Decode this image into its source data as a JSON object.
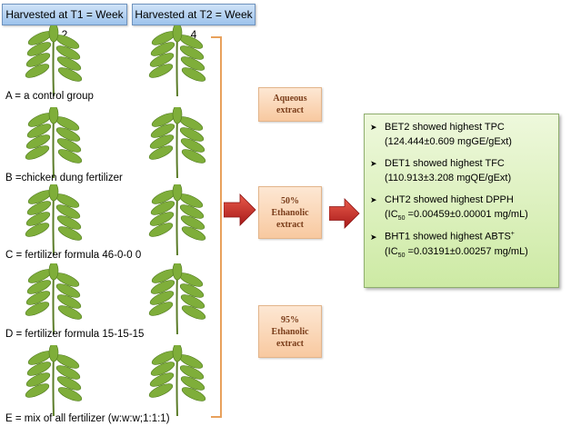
{
  "headers": {
    "t1": "Harvested at T1 = Week 2",
    "t2": "Harvested at T2 = Week 4"
  },
  "groups": [
    {
      "label": "A = a control group"
    },
    {
      "label": "B =chicken dung fertilizer"
    },
    {
      "label": "C = fertilizer formula 46-0-0 0"
    },
    {
      "label": "D = fertilizer formula 15-15-15"
    },
    {
      "label": "E = mix of all fertilizer (w:w:w;1:1:1)"
    }
  ],
  "extracts": {
    "aqueous": {
      "line1": "Aqueous",
      "line2": "extract"
    },
    "ethanol50": {
      "line1": "50%",
      "line2": "Ethanolic",
      "line3": "extract"
    },
    "ethanol95": {
      "line1": "95%",
      "line2": "Ethanolic",
      "line3": "extract"
    }
  },
  "results": {
    "bullet_icon": "arrow-bullet-icon",
    "items": [
      {
        "head": "BET2 showed highest TPC",
        "detail": "(124.444±0.609 mgGE/gExt)"
      },
      {
        "head": "DET1 showed highest TFC",
        "detail": "(110.913±3.208 mgQE/gExt)"
      },
      {
        "head": "CHT2 showed highest DPPH",
        "detail_prefix": "(IC",
        "detail_sub": "50",
        "detail_suffix": " =0.00459±0.00001 mg/mL)"
      },
      {
        "head_text": "BHT1 showed highest ABTS",
        "head_sup": "+",
        "detail_prefix": "(IC",
        "detail_sub": "50",
        "detail_suffix": " =0.03191±0.00257 mg/mL)"
      }
    ]
  },
  "colors": {
    "header_fill": "#9dc3ec",
    "extract_fill": "#f8c9a0",
    "results_fill": "#cdeaa4",
    "arrow": "#cc2a2a",
    "bracket": "#e8a15c",
    "leaf": "#7fae3a"
  }
}
